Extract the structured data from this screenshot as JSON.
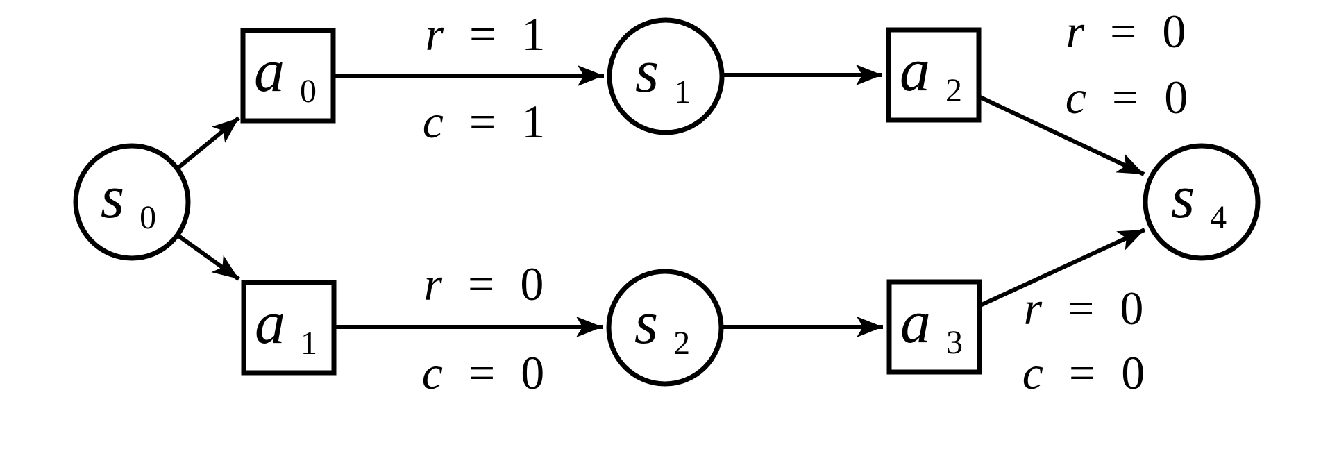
{
  "diagram": {
    "background_color": "#ffffff",
    "line_color": "#000000",
    "states": [
      {
        "id": "s0",
        "base": "s",
        "sub": "0",
        "shape": "circle"
      },
      {
        "id": "s1",
        "base": "s",
        "sub": "1",
        "shape": "circle"
      },
      {
        "id": "s2",
        "base": "s",
        "sub": "2",
        "shape": "circle"
      },
      {
        "id": "s4",
        "base": "s",
        "sub": "4",
        "shape": "circle"
      }
    ],
    "actions": [
      {
        "id": "a0",
        "base": "a",
        "sub": "0",
        "shape": "square"
      },
      {
        "id": "a1",
        "base": "a",
        "sub": "1",
        "shape": "square"
      },
      {
        "id": "a2",
        "base": "a",
        "sub": "2",
        "shape": "square"
      },
      {
        "id": "a3",
        "base": "a",
        "sub": "3",
        "shape": "square"
      }
    ],
    "transitions": [
      {
        "from": "s0",
        "to": "a0"
      },
      {
        "from": "s0",
        "to": "a1"
      },
      {
        "from": "a0",
        "to": "s1",
        "reward": {
          "var": "r",
          "op": "=",
          "val": "1"
        },
        "cost": {
          "var": "c",
          "op": "=",
          "val": "1"
        }
      },
      {
        "from": "s1",
        "to": "a2"
      },
      {
        "from": "a1",
        "to": "s2",
        "reward": {
          "var": "r",
          "op": "=",
          "val": "0"
        },
        "cost": {
          "var": "c",
          "op": "=",
          "val": "0"
        }
      },
      {
        "from": "s2",
        "to": "a3"
      },
      {
        "from": "a2",
        "to": "s4",
        "reward": {
          "var": "r",
          "op": "=",
          "val": "0"
        },
        "cost": {
          "var": "c",
          "op": "=",
          "val": "0"
        }
      },
      {
        "from": "a3",
        "to": "s4",
        "reward": {
          "var": "r",
          "op": "=",
          "val": "0"
        },
        "cost": {
          "var": "c",
          "op": "=",
          "val": "0"
        }
      }
    ]
  }
}
